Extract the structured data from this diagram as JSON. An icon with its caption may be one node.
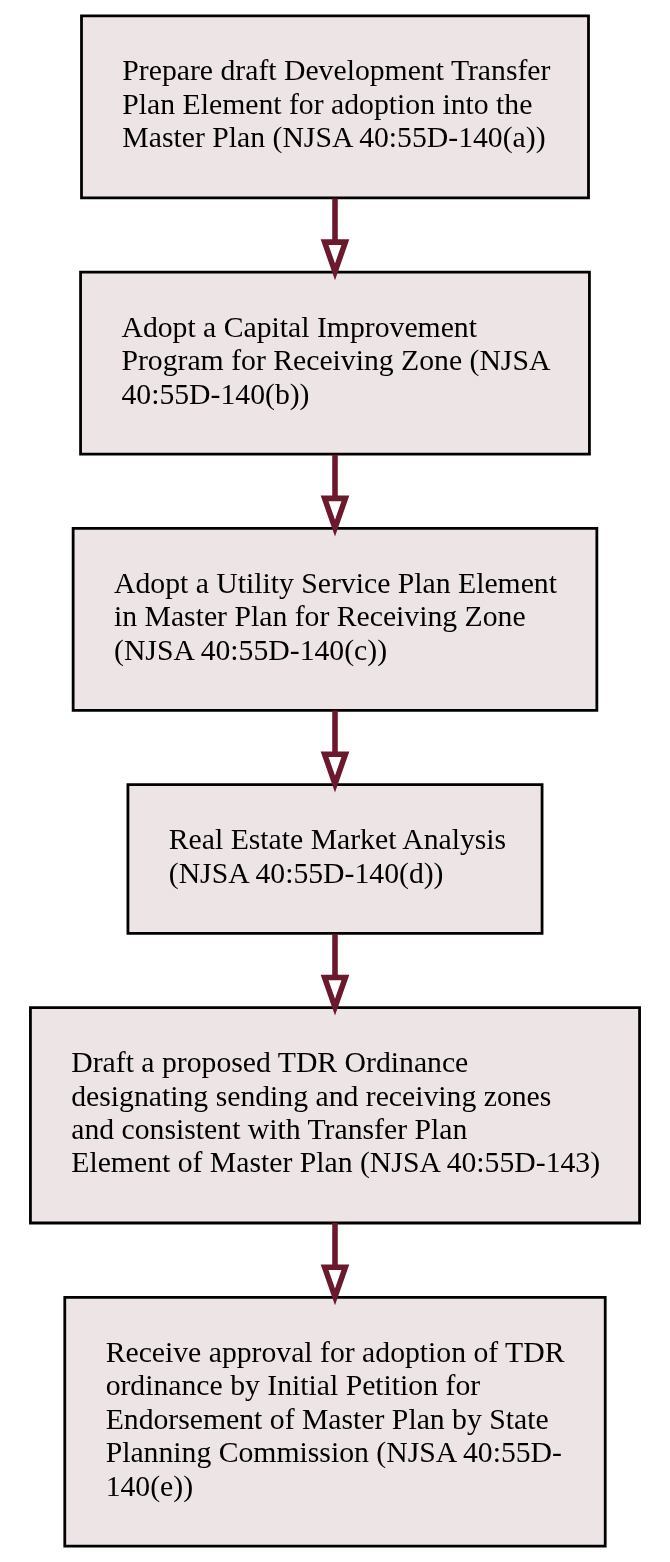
{
  "diagram": {
    "nodes": [
      {
        "text": [
          "Prepare draft Development Transfer Plan Element for adoption into the Master Plan (NJSA 40:55D-140(a))"
        ]
      },
      {
        "text": [
          "Adopt a Capital Improvement Program for Receiving Zone (NJSA 40:55D-140(b))"
        ]
      },
      {
        "text": [
          "Adopt a Utility Service Plan Element in Master Plan for Receiving Zone (NJSA 40:55D-140(c))"
        ]
      },
      {
        "text": [
          "Real Estate Market Analysis (NJSA 40:55D-140(d))"
        ]
      },
      {
        "text": [
          "Draft a proposed TDR Ordinance designating sending and receiving zones and consistent with Transfer Plan Element of Master Plan (NJSA 40:55D-143)"
        ]
      },
      {
        "text": [
          "Receive approval for adoption of TDR ordinance by Initial Petition for Endorsement of Master Plan by State Planning Commission (NJSA 40:55D- 140(e))"
        ]
      }
    ],
    "edges": [
      {
        "from": 0,
        "to": 1,
        "arrow": "to"
      },
      {
        "from": 1,
        "to": 2,
        "arrow": "to"
      },
      {
        "from": 2,
        "to": 3,
        "arrow": "to"
      },
      {
        "from": 3,
        "to": 4,
        "arrow": "to"
      },
      {
        "from": 4,
        "to": 5,
        "arrow": "to"
      }
    ]
  }
}
